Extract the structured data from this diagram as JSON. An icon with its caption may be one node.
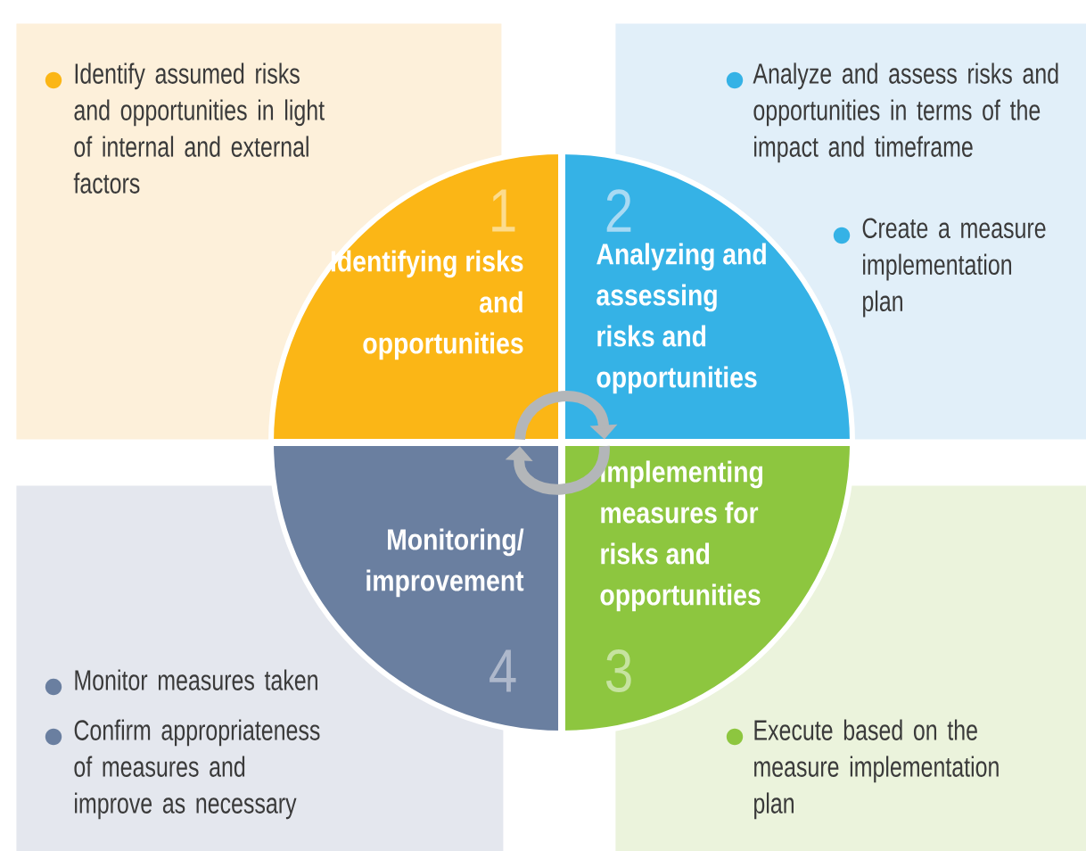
{
  "diagram": {
    "nodes": [
      {
        "text": [
          "Identify assumed risks and opportunities in light of internal and external factors"
        ]
      },
      {
        "text": [
          "Analyze and assess risks and opportunities in terms of the impact and timeframe",
          "Create a measure implementation plan"
        ]
      },
      {
        "text": [
          "Monitor measures taken",
          "Confirm appropriateness of measures and improve as necessary"
        ]
      },
      {
        "text": [
          "Execute based on the measure implementation plan"
        ]
      },
      {
        "text": [
          "1",
          "Identifying risks and opportunities"
        ]
      },
      {
        "text": [
          "2",
          "Analyzing and assessing risks and opportunities"
        ]
      },
      {
        "text": [
          "Implementing measures for risks and opportunities",
          "3"
        ]
      },
      {
        "text": [
          "Monitoring/ improvement",
          "4"
        ]
      }
    ],
    "edges": [
      {
        "from": 4,
        "to": 5,
        "arrow": "to"
      },
      {
        "from": 6,
        "to": 7,
        "arrow": "to"
      }
    ]
  }
}
